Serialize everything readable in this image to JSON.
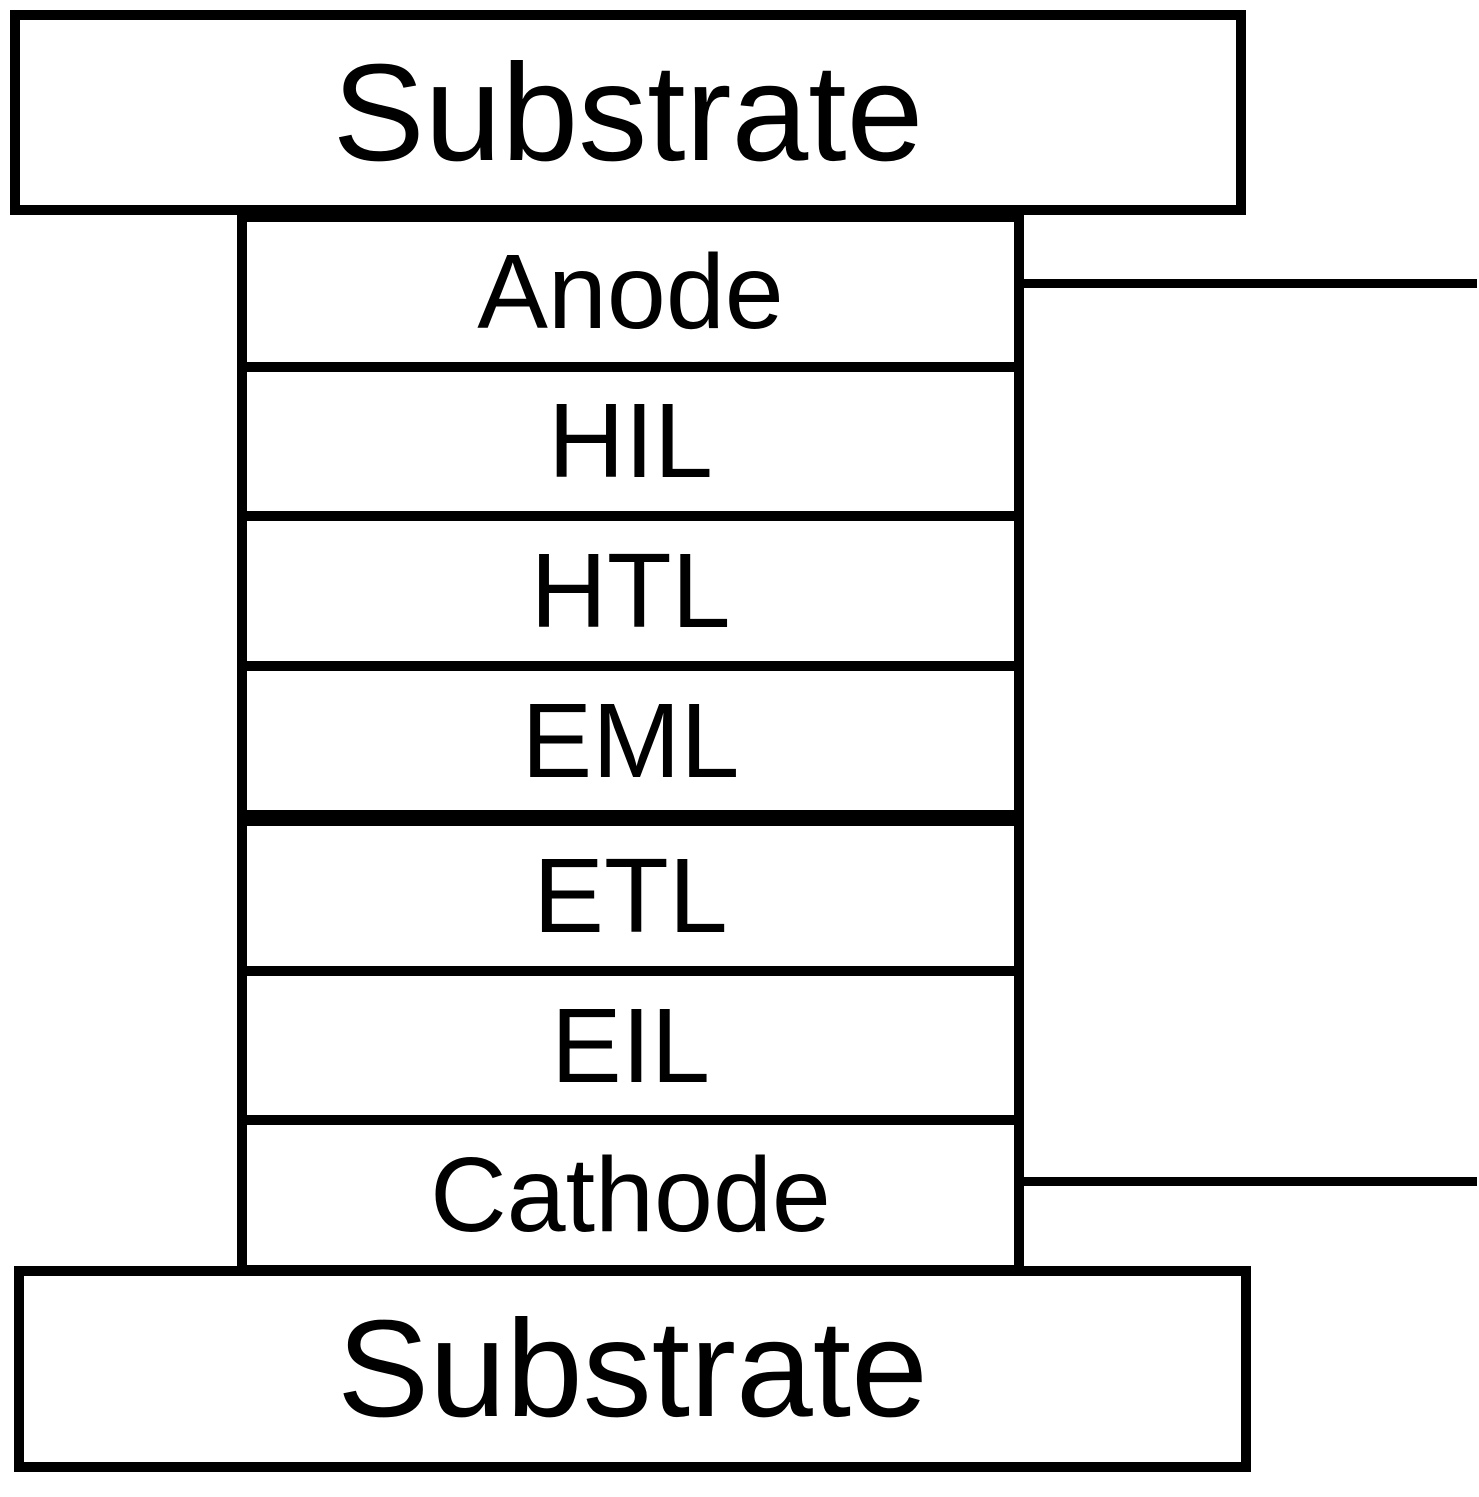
{
  "figure": {
    "substrate_top_label": "Substrate",
    "substrate_bottom_label": "Substrate",
    "stack": {
      "layers": [
        {
          "label": "Anode"
        },
        {
          "label": "HIL"
        },
        {
          "label": "HTL"
        },
        {
          "label": "EML"
        },
        {
          "label": "ETL"
        },
        {
          "label": "EIL"
        },
        {
          "label": "Cathode"
        }
      ]
    },
    "leads": {
      "anode_lead": "anode-lead-wire",
      "cathode_lead": "cathode-lead-wire"
    },
    "colors": {
      "line": "#000000",
      "text": "#000000",
      "background": "#ffffff"
    }
  }
}
